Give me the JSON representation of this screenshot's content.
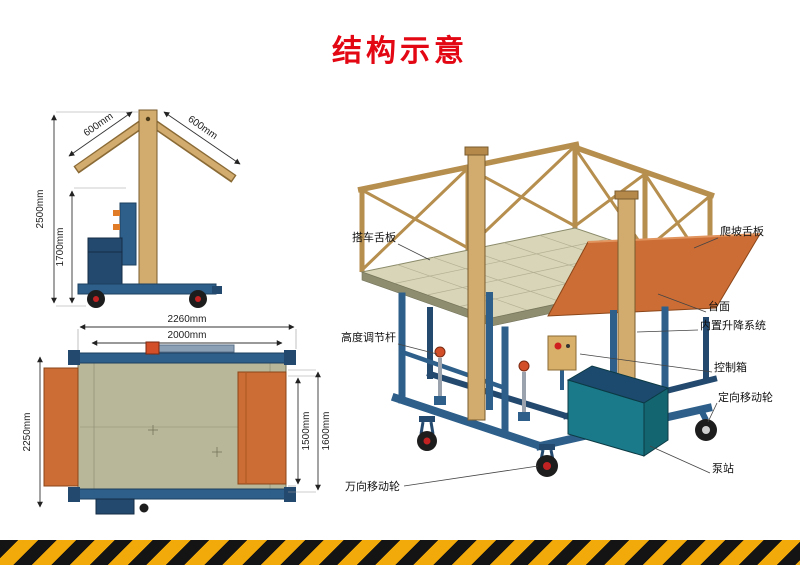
{
  "title": "结构示意",
  "colors": {
    "title_red": "#e30613",
    "frame_blue": "#2d5f8a",
    "wood_tan": "#d2ab6e",
    "deck_beige": "#d9d5b8",
    "plate_orange": "#cc6d35",
    "pump_teal": "#1a7a8a",
    "hazard_yellow": "#f2a90a"
  },
  "side_view": {
    "dim_flap_left": "600mm",
    "dim_flap_right": "600mm",
    "dim_total_height": "2500mm",
    "dim_mast_height": "1700mm"
  },
  "top_view": {
    "dim_outer_width": "2260mm",
    "dim_inner_width": "2000mm",
    "dim_total_depth": "2250mm",
    "dim_inner_depth": "1500mm",
    "dim_outer_depth": "1600mm"
  },
  "iso_view": {
    "labels": {
      "dock_plate": "搭车舌板",
      "ramp_plate": "爬坡舌板",
      "table_top": "台面",
      "lift_system": "内置升降系统",
      "height_rod": "高度调节杆",
      "control_box": "控制箱",
      "fixed_wheel": "定向移动轮",
      "pump_station": "泵站",
      "swivel_wheel": "万向移动轮"
    }
  }
}
